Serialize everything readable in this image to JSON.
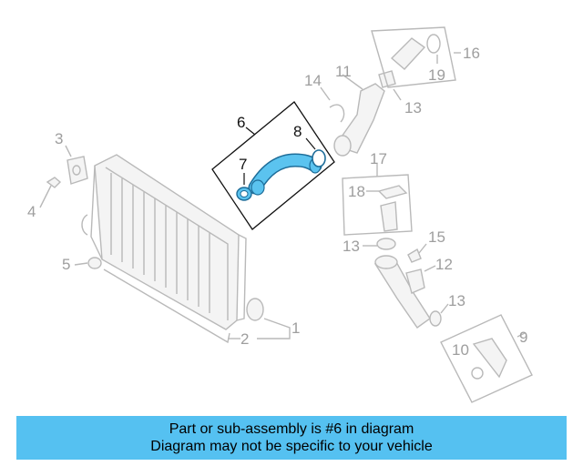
{
  "callouts": {
    "c1": "1",
    "c2": "2",
    "c3": "3",
    "c4": "4",
    "c5": "5",
    "c6": "6",
    "c7": "7",
    "c8": "8",
    "c9": "9",
    "c10": "10",
    "c11": "11",
    "c12": "12",
    "c13a": "13",
    "c13b": "13",
    "c13c": "13",
    "c14": "14",
    "c15": "15",
    "c16": "16",
    "c17": "17",
    "c18": "18",
    "c19": "19"
  },
  "banner": {
    "line1": "Part or sub-assembly is #6 in diagram",
    "line2": "Diagram may not be specific to your vehicle"
  },
  "colors": {
    "highlight": "#5bc3ef",
    "banner": "#55c1f1",
    "line_gray": "#b9b9b9"
  }
}
